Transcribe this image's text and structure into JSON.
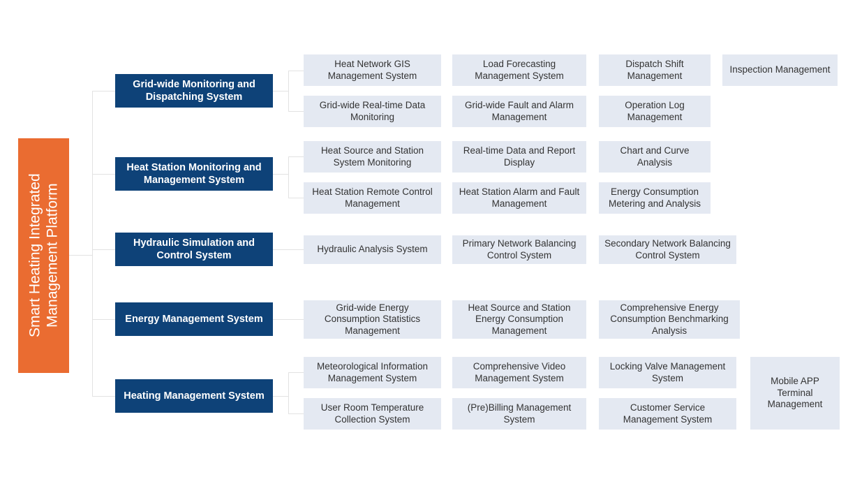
{
  "diagram": {
    "type": "org-tree",
    "root": {
      "label": "Smart Heating Integrated Management Platform",
      "color": "#ea6c31"
    },
    "branch_color": "#0e4278",
    "leaf_color": "#e4e9f2",
    "connector_color": "#e2e2e2",
    "branches": [
      {
        "label": "Grid-wide Monitoring and Dispatching System",
        "children_row1": [
          "Heat Network GIS Management System",
          "Load Forecasting Management System",
          "Dispatch Shift Management",
          "Inspection Management"
        ],
        "children_row2": [
          "Grid-wide Real-time Data Monitoring",
          "Grid-wide Fault and Alarm Management",
          "Operation Log Management"
        ]
      },
      {
        "label": "Heat Station Monitoring and Management System",
        "children_row1": [
          "Heat Source and Station System Monitoring",
          "Real-time Data and Report Display",
          "Chart and Curve Analysis"
        ],
        "children_row2": [
          "Heat Station Remote Control Management",
          "Heat Station Alarm and Fault Management",
          "Energy Consumption Metering and Analysis"
        ]
      },
      {
        "label": "Hydraulic Simulation and Control System",
        "children_row1": [
          "Hydraulic Analysis System",
          "Primary Network Balancing Control System",
          "Secondary Network Balancing Control System"
        ],
        "children_row2": []
      },
      {
        "label": "Energy Management System",
        "children_row1": [
          "Grid-wide Energy Consumption Statistics Management",
          "Heat Source and Station Energy Consumption Management",
          "Comprehensive Energy Consumption Benchmarking Analysis"
        ],
        "children_row2": []
      },
      {
        "label": "Heating Management System",
        "children_row1": [
          "Meteorological Information Management System",
          "Comprehensive Video Management System",
          "Locking Valve Management System",
          "Mobile APP Terminal Management"
        ],
        "children_row2": [
          "User Room Temperature Collection System",
          "(Pre)Billing Management System",
          "Customer Service Management System"
        ]
      }
    ]
  }
}
